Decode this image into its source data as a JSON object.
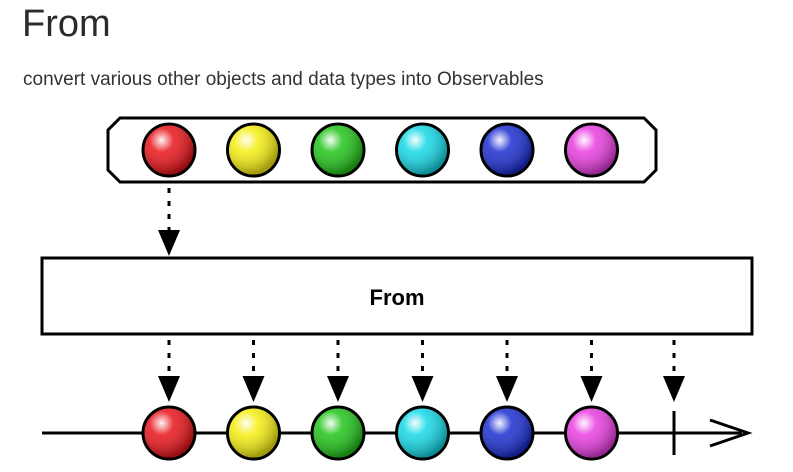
{
  "header": {
    "title": "From",
    "description": "convert various other objects and data types into Observables"
  },
  "diagram": {
    "operator_name": "From",
    "items": [
      {
        "color": "red",
        "fill": "#e8141a"
      },
      {
        "color": "yellow",
        "fill": "#f5ee10"
      },
      {
        "color": "green",
        "fill": "#22c41a"
      },
      {
        "color": "cyan",
        "fill": "#14d8e6"
      },
      {
        "color": "blue",
        "fill": "#1b2ed0"
      },
      {
        "color": "magenta",
        "fill": "#e83ee0"
      }
    ],
    "output_completes": true,
    "colors": {
      "stroke": "#000000",
      "box_fill": "#ffffff"
    }
  }
}
